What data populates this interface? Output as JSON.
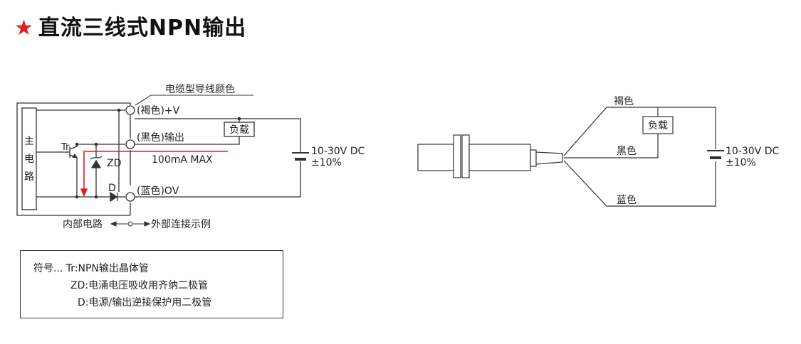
{
  "title": {
    "star": "★",
    "text": "直流三线式NPN输出"
  },
  "left_circuit": {
    "block_label": [
      "主",
      "电",
      "路"
    ],
    "wire_color_caption": "电缆型导线颜色",
    "terminal_brown": "(褐色)+V",
    "terminal_black": "(黑色)输出",
    "terminal_blue": "(蓝色)OV",
    "load": "负载",
    "transistor": "Tr",
    "zener": "ZD",
    "diode": "D",
    "current": "100mA MAX",
    "supply_voltage": "10-30V DC",
    "supply_tolerance": "±10%",
    "internal": "内部电路",
    "external": "外部连接示例",
    "current_arrow_color": "#e11d25"
  },
  "right_connection": {
    "wire_brown": "褐色",
    "wire_black": "黑色",
    "wire_blue": "蓝色",
    "load": "负载",
    "supply_voltage": "10-30V DC",
    "supply_tolerance": "±10%"
  },
  "legend": {
    "line1": "符号...  Tr:NPN输出晶体管",
    "line2": "ZD:电涌电压吸收用齐纳二极管",
    "line3": "D:电源/输出逆接保护用二极管"
  }
}
